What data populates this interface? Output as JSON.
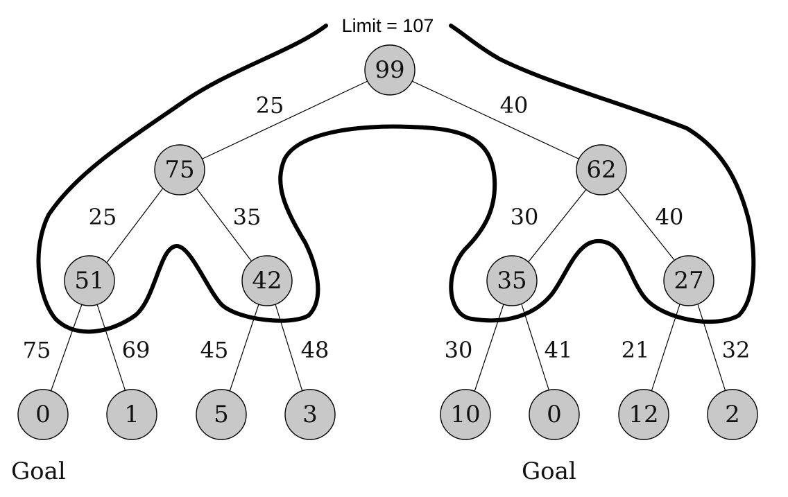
{
  "limit_label": "Limit = 107",
  "goal_label": "Goal",
  "nodes": {
    "root": "99",
    "l": "75",
    "r": "62",
    "ll": "51",
    "lr": "42",
    "rl": "35",
    "rr": "27",
    "lll": "0",
    "llr": "1",
    "lrl": "5",
    "lrr": "3",
    "rll": "10",
    "rlr": "0",
    "rrl": "12",
    "rrr": "2"
  },
  "edges": {
    "root_l": "25",
    "root_r": "40",
    "l_ll": "25",
    "l_lr": "35",
    "r_rl": "30",
    "r_rr": "40",
    "ll_lll": "75",
    "ll_llr": "69",
    "lr_lrl": "45",
    "lr_lrr": "48",
    "rl_rll": "30",
    "rl_rlr": "41",
    "rr_rrl": "21",
    "rr_rrr": "32"
  }
}
